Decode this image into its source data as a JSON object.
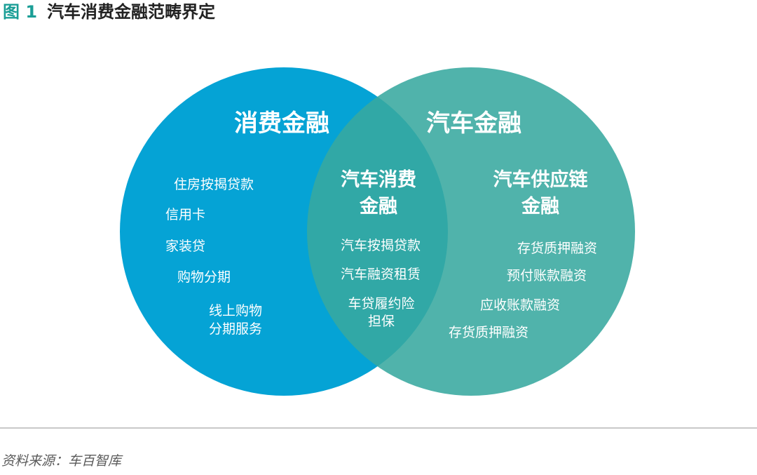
{
  "figure": {
    "number": "图 1",
    "title": "汽车消费金融范畴界定"
  },
  "colors": {
    "left_circle": "#05a3d5",
    "right_circle": "#38a89f",
    "accent": "#1a9e96",
    "text_on_circle": "#ffffff"
  },
  "venn": {
    "left": {
      "title": "消费金融",
      "items": [
        "住房按揭贷款",
        "信用卡",
        "家装贷",
        "购物分期",
        "线上购物",
        "分期服务"
      ]
    },
    "right": {
      "title": "汽车金融",
      "subtitle_lines": [
        "汽车供应链",
        "金融"
      ],
      "items": [
        "存货质押融资",
        "预付账款融资",
        "应收账款融资",
        "存货质押融资"
      ]
    },
    "overlap": {
      "title_lines": [
        "汽车消费",
        "金融"
      ],
      "items": [
        "汽车按揭贷款",
        "汽车融资租赁",
        "车贷履约险",
        "担保"
      ]
    }
  },
  "source": "资料来源：车百智库"
}
